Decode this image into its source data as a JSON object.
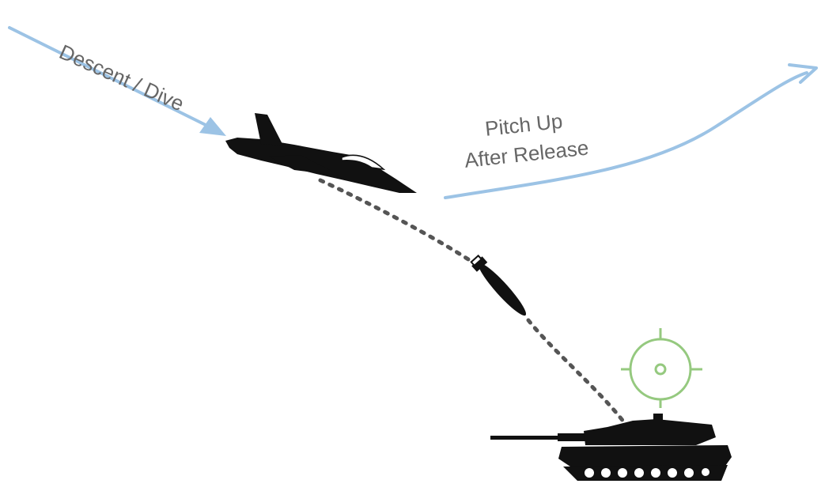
{
  "labels": {
    "descent": "Descent / Dive",
    "pitch_up_line1": "Pitch Up",
    "pitch_up_line2": "After Release"
  },
  "colors": {
    "flight_path": "#9cc3e5",
    "silhouette": "#111111",
    "trajectory": "#555555",
    "target_reticle": "#95c97f",
    "label_text": "#666666"
  },
  "icons": [
    "fighter-jet-icon",
    "bomb-icon",
    "tank-icon",
    "target-reticle-icon"
  ]
}
